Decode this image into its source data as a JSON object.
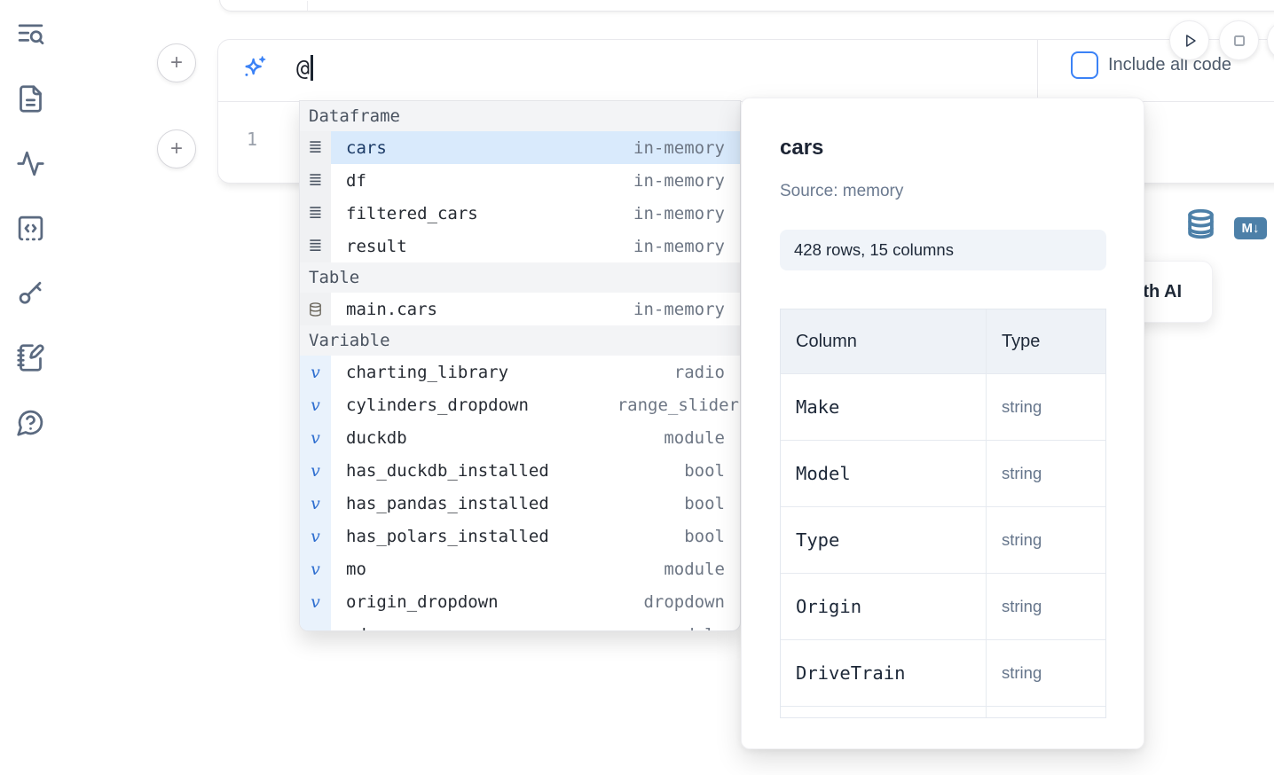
{
  "sidebar": {
    "icons": [
      {
        "name": "toc-search-icon"
      },
      {
        "name": "file-text-icon"
      },
      {
        "name": "activity-icon"
      },
      {
        "name": "snippets-code-icon"
      },
      {
        "name": "key-icon"
      },
      {
        "name": "notebook-pen-icon"
      },
      {
        "name": "help-chat-icon"
      }
    ]
  },
  "cell_actions": {
    "add_cell_label": "+"
  },
  "run_controls": {
    "run": "play-icon",
    "stop": "stop-icon"
  },
  "ai_prompt": {
    "value": "@",
    "include_all_code_label": "Include all code",
    "sparkle_icon": "sparkles-icon"
  },
  "code_cell": {
    "line_number": "1",
    "datasource_icon": "database-icon",
    "markdown_badge": "M↓"
  },
  "ai_button": {
    "label": "Generate with AI"
  },
  "autocomplete": {
    "sections": [
      {
        "label": "Dataframe",
        "items": [
          {
            "icon": "dataframe-icon",
            "name": "cars",
            "type": "in-memory",
            "selected": true
          },
          {
            "icon": "dataframe-icon",
            "name": "df",
            "type": "in-memory"
          },
          {
            "icon": "dataframe-icon",
            "name": "filtered_cars",
            "type": "in-memory"
          },
          {
            "icon": "dataframe-icon",
            "name": "result",
            "type": "in-memory"
          }
        ]
      },
      {
        "label": "Table",
        "items": [
          {
            "icon": "table-db-icon",
            "name": "main.cars",
            "type": "in-memory"
          }
        ]
      },
      {
        "label": "Variable",
        "items": [
          {
            "icon": "variable-icon",
            "name": "charting_library",
            "type": "radio"
          },
          {
            "icon": "variable-icon",
            "name": "cylinders_dropdown",
            "type": "range_slider",
            "clipped": true
          },
          {
            "icon": "variable-icon",
            "name": "duckdb",
            "type": "module"
          },
          {
            "icon": "variable-icon",
            "name": "has_duckdb_installed",
            "type": "bool"
          },
          {
            "icon": "variable-icon",
            "name": "has_pandas_installed",
            "type": "bool"
          },
          {
            "icon": "variable-icon",
            "name": "has_polars_installed",
            "type": "bool"
          },
          {
            "icon": "variable-icon",
            "name": "mo",
            "type": "module"
          },
          {
            "icon": "variable-icon",
            "name": "origin_dropdown",
            "type": "dropdown"
          },
          {
            "icon": "variable-icon",
            "name": "pd",
            "type": "module",
            "partial": true
          }
        ]
      }
    ]
  },
  "preview_panel": {
    "title": "cars",
    "source": "Source: memory",
    "shape": "428 rows, 15 columns",
    "table": {
      "headers": [
        "Column",
        "Type"
      ],
      "rows": [
        {
          "column": "Make",
          "type": "string"
        },
        {
          "column": "Model",
          "type": "string"
        },
        {
          "column": "Type",
          "type": "string"
        },
        {
          "column": "Origin",
          "type": "string"
        },
        {
          "column": "DriveTrain",
          "type": "string"
        },
        {
          "column": "",
          "type": "",
          "partial": true
        }
      ]
    }
  },
  "colors": {
    "accent_blue": "#3b82f6",
    "steel_blue": "#4d80a8",
    "selection_blue": "#d9eafc",
    "header_gray": "#f3f4f6",
    "panel_badge_bg": "#f0f4f9"
  }
}
